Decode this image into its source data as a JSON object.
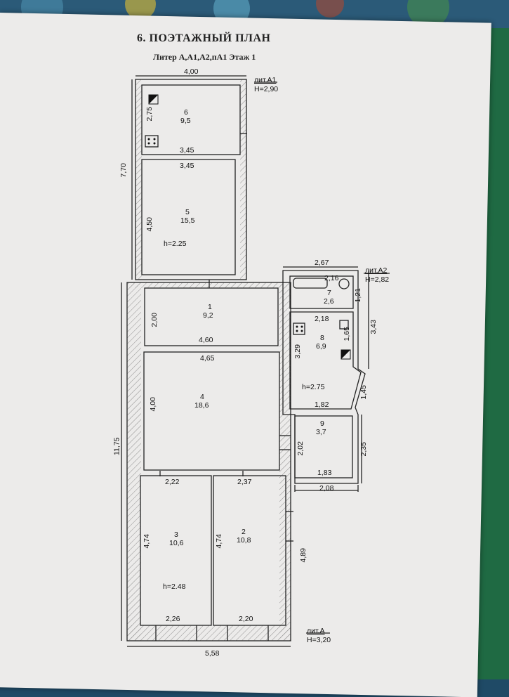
{
  "document": {
    "title": "6. ПОЭТАЖНЫЙ ПЛАН",
    "subtitle": "Литер А,А1,А2,пА1 Этаж 1"
  },
  "labels": {
    "litA1": "лит.А1",
    "litA1_h": "Н=2,90",
    "litA2": "лит.А2",
    "litA2_h": "Н=2,82",
    "litA": "лит.А",
    "litA_h": "Н=3,20"
  },
  "rooms": [
    {
      "number": "6",
      "area": "9,5"
    },
    {
      "number": "5",
      "area": "15,5",
      "height": "h=2.25"
    },
    {
      "number": "1",
      "area": "9,2"
    },
    {
      "number": "4",
      "area": "18,6"
    },
    {
      "number": "3",
      "area": "10,6",
      "height": "h=2.48"
    },
    {
      "number": "2",
      "area": "10,8"
    },
    {
      "number": "7",
      "area": "2,6"
    },
    {
      "number": "8",
      "area": "6,9",
      "height": "h=2.75"
    },
    {
      "number": "9",
      "area": "3,7"
    }
  ],
  "dimensions": {
    "top_width": "4,00",
    "left_total_a1": "7,70",
    "r6_height": "2,75",
    "r6_width": "3,45",
    "r5_width": "3,45",
    "r5_height": "4,50",
    "r1_height": "2,00",
    "r1_width": "4,60",
    "r4_width": "4,65",
    "r4_height": "4,00",
    "left_total_a": "11,75",
    "r3_top": "2,22",
    "r2_top": "2,37",
    "r3_height": "4,74",
    "r2_height": "4,74",
    "r3_bottom": "2,26",
    "r2_bottom": "2,20",
    "right_a": "4,89",
    "bottom_total": "5,58",
    "a2_top": "2,67",
    "r7_width": "2,16",
    "r7_height": "1,21",
    "r8_top": "2,18",
    "right_a2": "3,43",
    "r8_side": "1,65",
    "r8_left": "3,29",
    "bay": "1,45",
    "r9_top": "1,82",
    "r9_left": "2,02",
    "r9_right": "2,35",
    "r9_bottom": "1,83",
    "a2_bottom": "2,08"
  }
}
